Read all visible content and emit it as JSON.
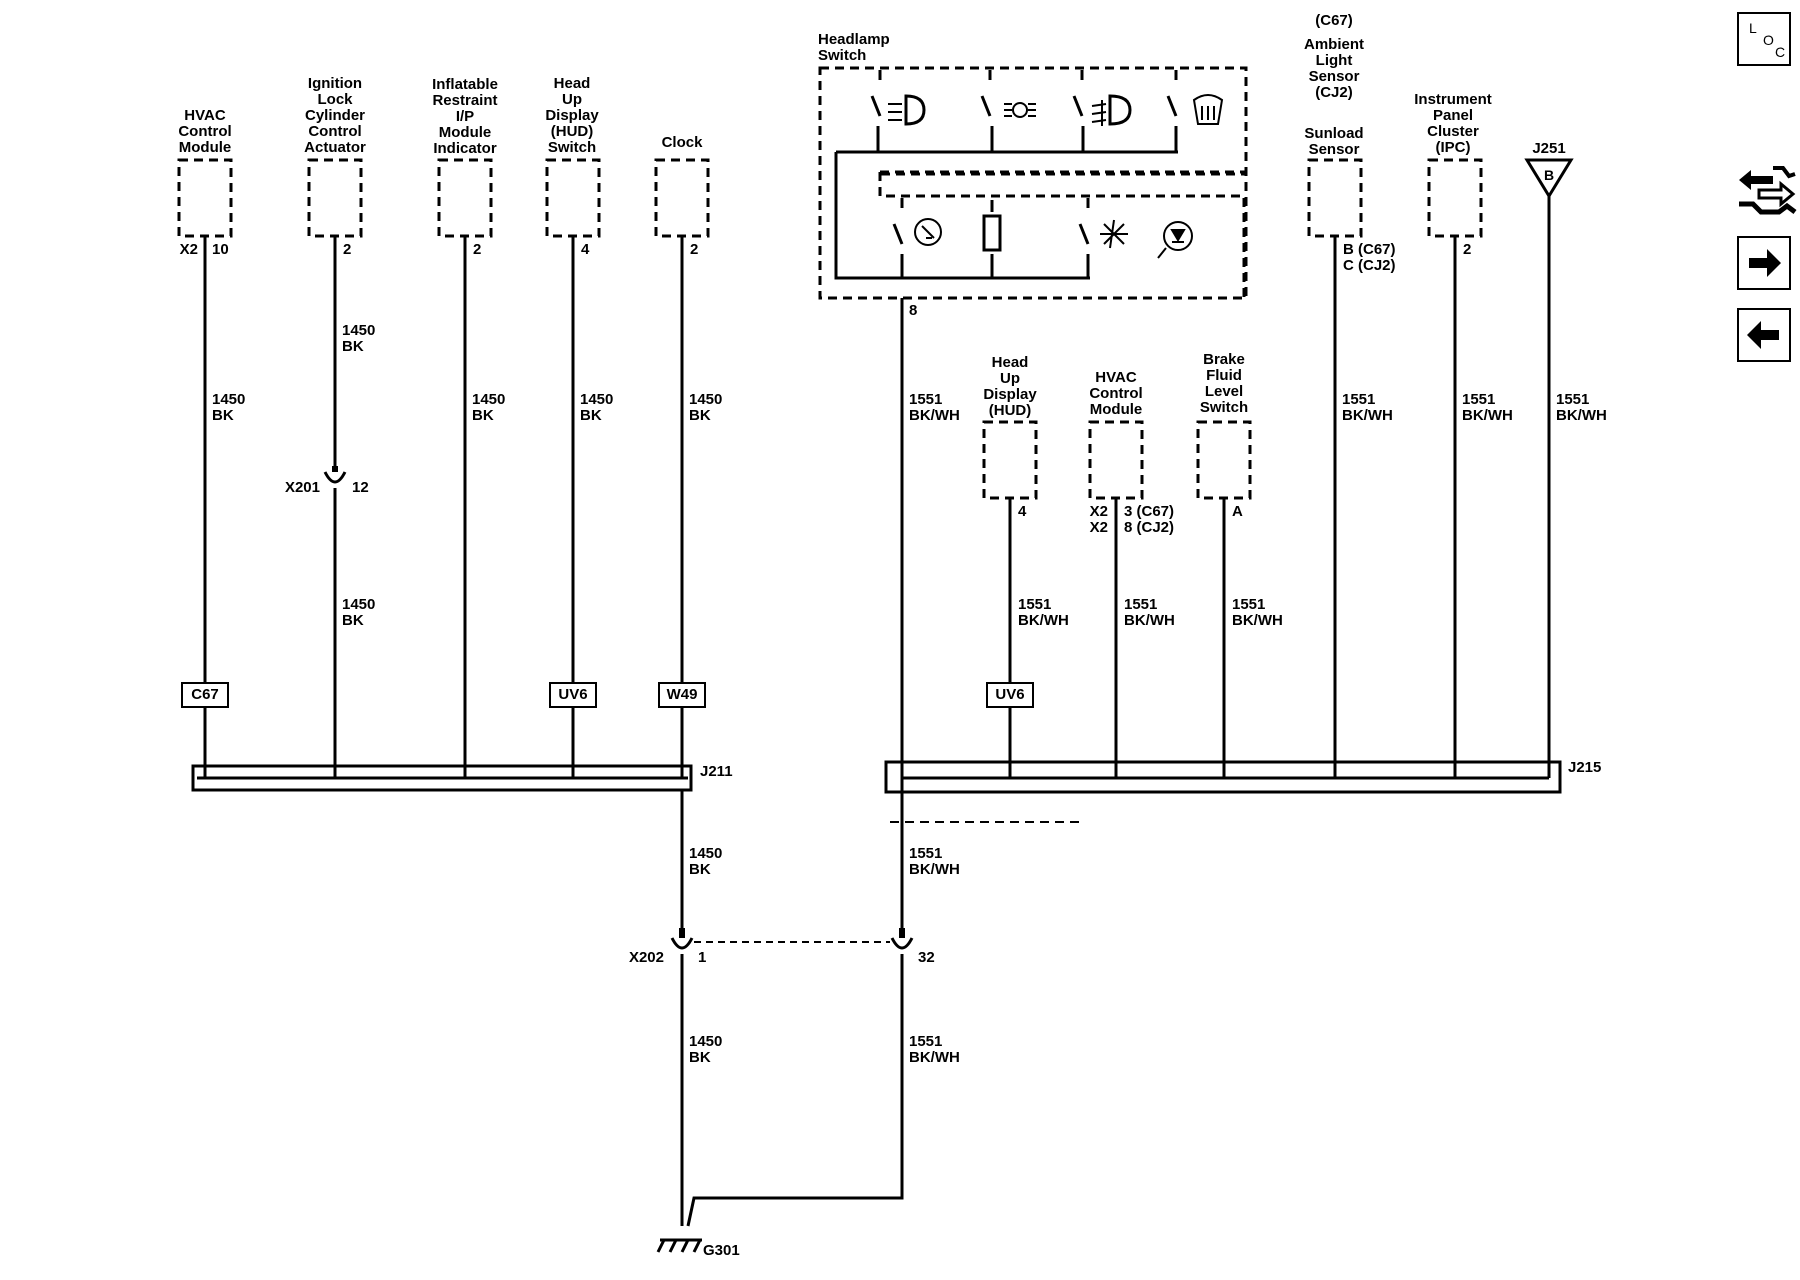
{
  "components": {
    "hvac_ctrl_top": "HVAC\nControl\nModule",
    "ignition": "Ignition\nLock\nCylinder\nControl\nActuator",
    "inflatable": "Inflatable\nRestraint\nI/P\nModule\nIndicator",
    "hud_switch": "Head\nUp\nDisplay\n(HUD)\nSwitch",
    "clock": "Clock",
    "headlamp": "Headlamp\nSwitch",
    "ambient_top": "(C67)",
    "ambient": "Ambient\nLight\nSensor\n(CJ2)",
    "sunload": "Sunload\nSensor",
    "ipc": "Instrument\nPanel\nCluster\n(IPC)",
    "j251": "J251",
    "j251_letter": "B",
    "hud": "Head\nUp\nDisplay\n(HUD)",
    "hvac_ctrl_mid": "HVAC\nControl\nModule",
    "brake": "Brake\nFluid\nLevel\nSwitch"
  },
  "pins": {
    "hvac_conn": "X2",
    "hvac_pin": "10",
    "ignition": "2",
    "inflatable": "2",
    "hud_switch": "4",
    "clock": "2",
    "headlamp": "8",
    "sunload": "B (C67)\nC (CJ2)",
    "ipc": "2",
    "hud": "4",
    "hvac_mid_conn": "X2\nX2",
    "hvac_mid_pin": "3 (C67)\n8 (CJ2)",
    "brake": "A"
  },
  "wires": {
    "w1450": "1450\nBK",
    "w1551": "1551\nBK/WH"
  },
  "options": {
    "c67": "C67",
    "uv6": "UV6",
    "w49": "W49"
  },
  "splices": {
    "j211": "J211",
    "j215": "J215"
  },
  "connectors": {
    "x201": "X201",
    "x201_pin": "12",
    "x202": "X202",
    "x202_pin_a": "1",
    "x202_pin_b": "32"
  },
  "ground": "G301",
  "nav": {
    "loc_l": "L",
    "loc_o": "O",
    "loc_c": "C"
  }
}
